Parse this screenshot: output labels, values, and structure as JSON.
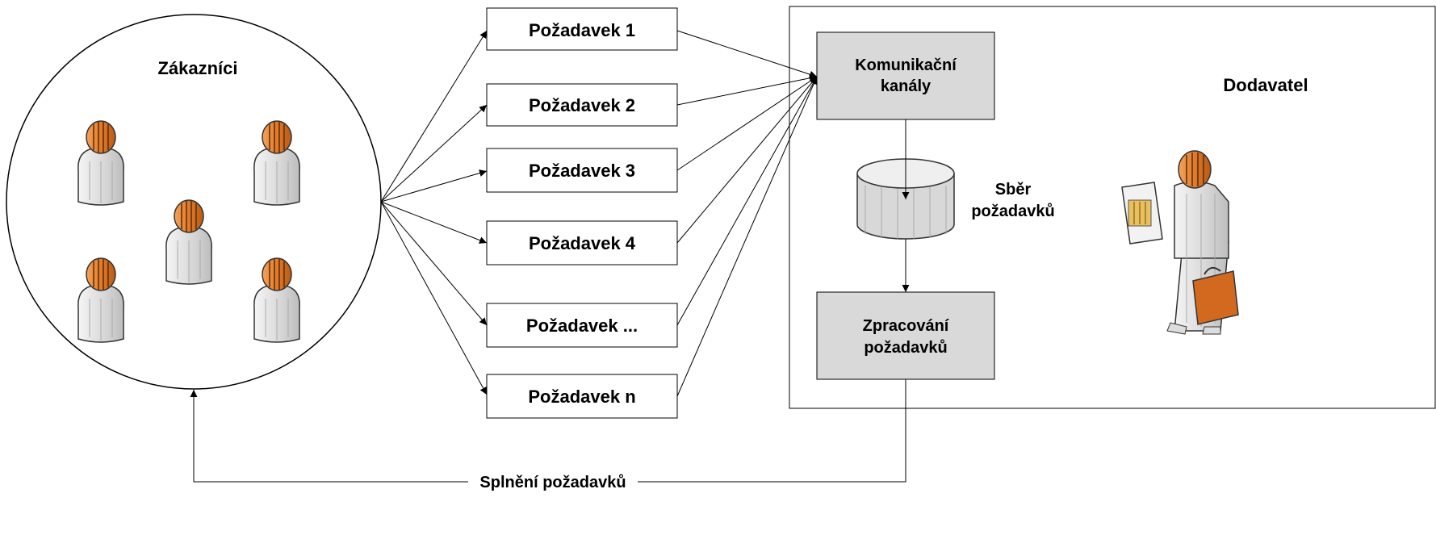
{
  "customers": {
    "title": "Zákazníci",
    "persons": [
      {
        "icon": "customer-person-icon"
      },
      {
        "icon": "customer-person-icon"
      },
      {
        "icon": "customer-person-icon"
      },
      {
        "icon": "customer-person-icon"
      },
      {
        "icon": "customer-person-icon"
      }
    ]
  },
  "requests": [
    {
      "label": "Požadavek 1"
    },
    {
      "label": "Požadavek 2"
    },
    {
      "label": "Požadavek 3"
    },
    {
      "label": "Požadavek 4"
    },
    {
      "label": "Požadavek ..."
    },
    {
      "label": "Požadavek n"
    }
  ],
  "supplier": {
    "title": "Dodavatel",
    "channels_line1": "Komunikační",
    "channels_line2": "kanály",
    "collection_line1": "Sběr",
    "collection_line2": "požadavků",
    "processing_line1": "Zpracování",
    "processing_line2": "požadavků",
    "supplier_icon": "supplier-person-icon",
    "database_icon": "database-icon"
  },
  "fulfillment_label": "Splnění požadavků",
  "colors": {
    "box_fill": "#d9d9d9",
    "line": "#000000",
    "person_head": "#e07b2a",
    "person_body": "#e8e8e8",
    "briefcase": "#d2691e"
  }
}
